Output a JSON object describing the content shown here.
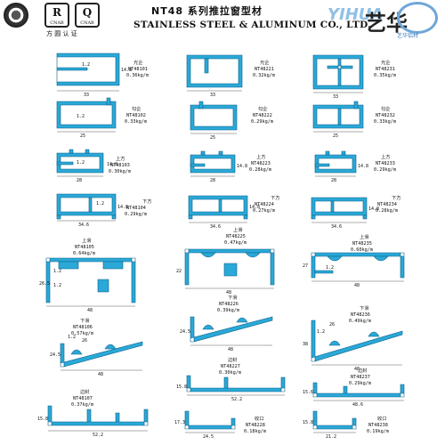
{
  "header": {
    "logo1_caption": "",
    "logo2_mark": "R",
    "logo2_label": "CNAB",
    "logo3_mark": "Q",
    "logo3_label": "CNAB",
    "cert_caption": "方 圆 认 证",
    "title_cn": "NT48 系列推拉窗型材",
    "title_en": "STAINLESS STEEL & ALUMINUM CO., LTD.",
    "brand_latin": "YIHUA",
    "brand_cn": "艺华",
    "brand_sub": "艺华铝材"
  },
  "profiles": [
    {
      "cn": "光企",
      "code": "NT48101",
      "weight": "0.36kg/m",
      "dims": [
        "1.2",
        "14.8",
        "33"
      ]
    },
    {
      "cn": "光企",
      "code": "NT48221",
      "weight": "0.32kg/m",
      "dims": [
        "33"
      ]
    },
    {
      "cn": "光企",
      "code": "NT48231",
      "weight": "0.35kg/m",
      "dims": [
        "33"
      ]
    },
    {
      "cn": "勾企",
      "code": "NT48102",
      "weight": "0.33kg/m",
      "dims": [
        "1.2",
        "25"
      ]
    },
    {
      "cn": "勾企",
      "code": "NT48222",
      "weight": "0.29kg/m",
      "dims": [
        "25"
      ]
    },
    {
      "cn": "勾企",
      "code": "NT48232",
      "weight": "0.33kg/m",
      "dims": [
        "25"
      ]
    },
    {
      "cn": "上方",
      "code": "NT48103",
      "weight": "0.30kg/m",
      "dims": [
        "1.2",
        "14.8",
        "28"
      ]
    },
    {
      "cn": "上方",
      "code": "NT48223",
      "weight": "0.28kg/m",
      "dims": [
        "14.8",
        "28"
      ]
    },
    {
      "cn": "上方",
      "code": "NT48233",
      "weight": "0.29kg/m",
      "dims": [
        "14.8",
        "28"
      ]
    },
    {
      "cn": "下方",
      "code": "NT48104",
      "weight": "0.29kg/m",
      "dims": [
        "1.2",
        "14.8",
        "34.6"
      ]
    },
    {
      "cn": "下方",
      "code": "NT48224",
      "weight": "0.27kg/m",
      "dims": [
        "14.8",
        "34.6"
      ]
    },
    {
      "cn": "下方",
      "code": "NT48234",
      "weight": "0.28kg/m",
      "dims": [
        "14.8",
        "34.6"
      ]
    },
    {
      "cn": "上滑",
      "code": "NT48105",
      "weight": "0.64kg/m",
      "dims": [
        "1.2",
        "1.2",
        "26.5",
        "48"
      ]
    },
    {
      "cn": "上滑",
      "code": "NT48225",
      "weight": "0.47kg/m",
      "dims": [
        "22",
        "48"
      ]
    },
    {
      "cn": "上滑",
      "code": "NT48235",
      "weight": "0.60kg/m",
      "dims": [
        "27",
        "1.2",
        "48"
      ]
    },
    {
      "cn": "下滑",
      "code": "NT48106",
      "weight": "0.57kg/m",
      "dims": [
        "1.2",
        "26",
        "24.5",
        "48"
      ]
    },
    {
      "cn": "下滑",
      "code": "NT48226",
      "weight": "0.39kg/m",
      "dims": [
        "24.5",
        "48"
      ]
    },
    {
      "cn": "下滑",
      "code": "NT48236",
      "weight": "0.49kg/m",
      "dims": [
        "26",
        "1.2",
        "38",
        "48"
      ]
    },
    {
      "cn": "边封",
      "code": "NT48107",
      "weight": "0.37kg/m",
      "dims": [
        "15.8",
        "52.2"
      ]
    },
    {
      "cn": "边封",
      "code": "NT48227",
      "weight": "0.30kg/m",
      "dims": [
        "15.8",
        "52.2"
      ]
    },
    {
      "cn": "边封",
      "code": "NT48237",
      "weight": "0.29kg/m",
      "dims": [
        "15.6",
        "48.6"
      ]
    },
    {
      "cn": "收口",
      "code": "NT48228",
      "weight": "0.18kg/m",
      "dims": [
        "17.3",
        "24.5"
      ]
    },
    {
      "cn": "收口",
      "code": "NT48238",
      "weight": "0.19kg/m",
      "dims": [
        "15.8",
        "21.2"
      ]
    }
  ]
}
